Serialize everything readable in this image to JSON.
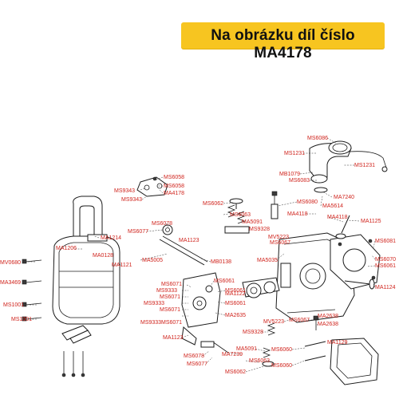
{
  "banner": {
    "text": "Na obrázku díl číslo MA4178"
  },
  "colors": {
    "banner_bg": "#f7c520",
    "label_red": "#d0241d",
    "line": "#1b1b1b"
  },
  "callouts": [
    "MS6086",
    "MS1231",
    "MS1231",
    "MB1079",
    "MS6083",
    "MS6058",
    "MS9343",
    "MS6058",
    "MA4178",
    "MS9343",
    "MS6062",
    "MS6063",
    "MS6080",
    "MA7240",
    "MA5614",
    "MS6078",
    "MS6077",
    "MA5091",
    "MA4118",
    "MA4118",
    "MA1125",
    "MA1214",
    "MA1206",
    "MS9328",
    "MV5223",
    "MS6067",
    "MA1123",
    "MS6081",
    "MA0128",
    "MA1121",
    "MV0680",
    "MA5005",
    "MB0138",
    "MA5035",
    "MS6070",
    "MS6061",
    "MA3469",
    "MS6071",
    "MS9333",
    "MS6071",
    "MS6061",
    "MA1124",
    "MS6061",
    "MS9333",
    "MS1001",
    "MA1122",
    "MS6061",
    "MS6071",
    "MA2638",
    "MS1001",
    "MA2635",
    "MV5223",
    "MS6067",
    "MA2638",
    "MS9333",
    "MS6071",
    "MA1123",
    "MS9328",
    "MA5091",
    "MA1129",
    "MS6060",
    "MS6078",
    "MA7239",
    "MS6063",
    "MS6060",
    "MS6077",
    "MS6062"
  ]
}
